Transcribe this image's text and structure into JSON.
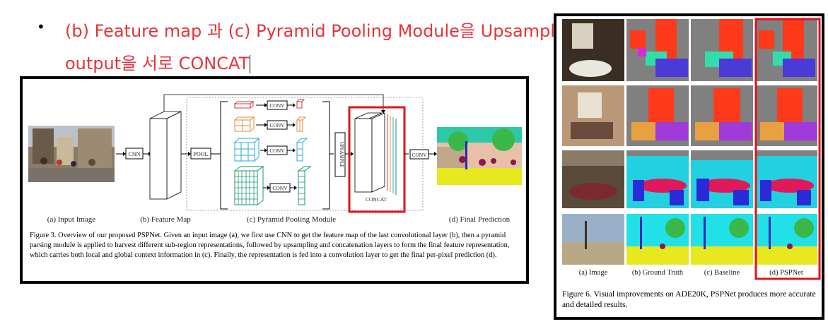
{
  "slide": {
    "bullet_symbol": "•",
    "text_line1": "(b) Feature map 과 (c) Pyramid Pooling Module을 Upsample한",
    "text_line2": "output을 서로 CONCAT"
  },
  "figure3": {
    "labels": {
      "input": "(a) Input Image",
      "feature": "(b) Feature Map",
      "ppm": "(c) Pyramid Pooling Module",
      "final": "(d) Final Prediction"
    },
    "ops": {
      "cnn": "CNN",
      "pool": "POOL",
      "conv": "CONV",
      "upsample": "UPSAMPLE",
      "concat": "CONCAT"
    },
    "caption": "Figure 3. Overview of our proposed PSPNet. Given an input image (a), we first use CNN to get the feature map of the last convolutional layer (b), then a pyramid parsing module is applied to harvest different sub-region representations, followed by upsampling and concatenation layers to form the final feature representation, which carries both local and global context information in (c). Finally, the representation is fed into a convolution layer to get the final per-pixel prediction (d).",
    "highlight_color": "#e0141b"
  },
  "figure6": {
    "columns": [
      "(a) Image",
      "(b) Ground Truth",
      "(c) Baseline",
      "(d) PSPNet"
    ],
    "caption": "Figure 6. Visual improvements on ADE20K, PSPNet produces more accurate and detailed results.",
    "highlight_color": "#e0141b"
  }
}
